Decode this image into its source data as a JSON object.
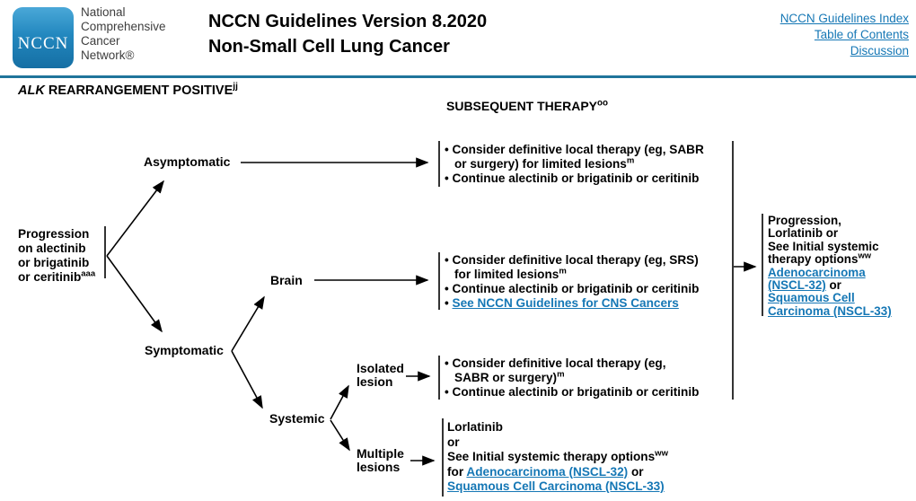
{
  "header": {
    "logo": "NCCN",
    "org": {
      "l1": "National",
      "l2": "Comprehensive",
      "l3": "Cancer",
      "l4": "Network®"
    },
    "title1": "NCCN Guidelines Version 8.2020",
    "title2": "Non-Small Cell Lung Cancer",
    "nav": {
      "index": "NCCN Guidelines Index",
      "toc": "Table of Contents",
      "discussion": "Discussion"
    }
  },
  "colors": {
    "accent_rule": "#20749b",
    "link_blue": "#1577b5",
    "logo_blue": "#2388bf"
  },
  "section": {
    "title_italic": "ALK",
    "title_rest": " REARRANGEMENT POSITIVE",
    "title_sup": "jj"
  },
  "column": {
    "header": "SUBSEQUENT THERAPY",
    "sup": "oo"
  },
  "flow": {
    "root": {
      "l1": "Progression",
      "l2": "on alectinib",
      "l3": "or brigatinib",
      "l4": "or ceritinib",
      "sup": "aaa"
    },
    "asymptomatic": "Asymptomatic",
    "symptomatic": "Symptomatic",
    "brain": "Brain",
    "systemic": "Systemic",
    "isolated": {
      "l1": "Isolated",
      "l2": "lesion"
    },
    "multiple": {
      "l1": "Multiple",
      "l2": "lesions"
    },
    "box1": {
      "b1l1": "• Consider definitive local therapy (eg, SABR",
      "b1l2": "or surgery) for limited lesions",
      "b1sup": "m",
      "b2": "• Continue alectinib or brigatinib or ceritinib"
    },
    "box2": {
      "b1l1": "• Consider definitive local therapy (eg, SRS)",
      "b1l2": "for limited lesions",
      "b1sup": "m",
      "b2": "• Continue alectinib or brigatinib or ceritinib",
      "b3bullet": "• ",
      "b3link": "See NCCN Guidelines for CNS Cancers"
    },
    "box3": {
      "b1l1": "• Consider definitive local therapy (eg,",
      "b1l2": "SABR or surgery)",
      "b1sup": "m",
      "b2": "• Continue alectinib or brigatinib or ceritinib"
    },
    "box4": {
      "l1": "Lorlatinib",
      "l2": "or",
      "l3": "See Initial systemic therapy options",
      "l3sup": "ww",
      "l4pre": "for ",
      "l4link": "Adenocarcinoma (NSCL-32)",
      "l4post": " or",
      "l5link": "Squamous Cell Carcinoma (NSCL-33)"
    },
    "panel": {
      "l1": "Progression,",
      "l2": "Lorlatinib or",
      "l3": "See Initial systemic",
      "l4": "therapy options",
      "l4sup": "ww",
      "l5link": "Adenocarcinoma ",
      "l6link": "(NSCL-32)",
      "l6post": " or",
      "l7link": "Squamous Cell ",
      "l8link": "Carcinoma (NSCL-33)"
    }
  }
}
